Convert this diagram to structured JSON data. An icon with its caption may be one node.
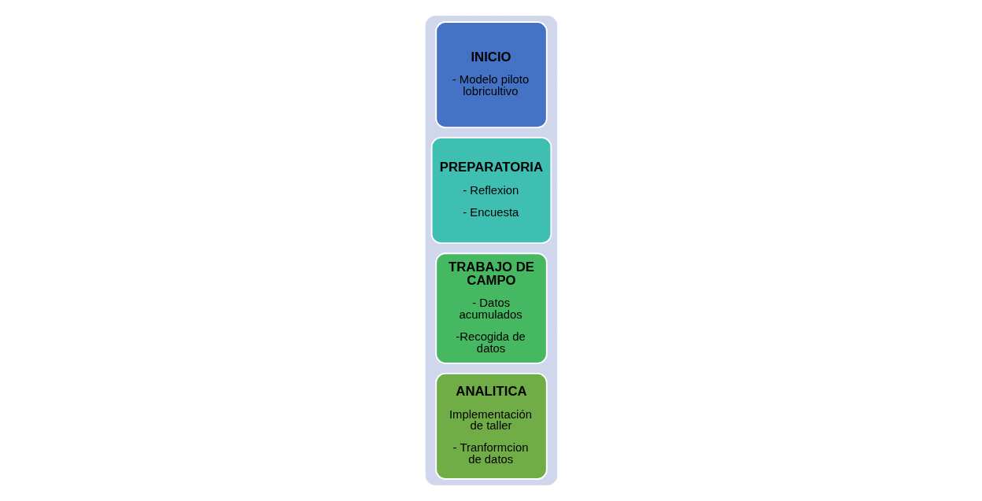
{
  "diagram": {
    "nodes": [
      {
        "text": [],
        "shape": "arrow"
      },
      {
        "text": [
          "INICIO",
          "- Modelo piloto lobricultivo"
        ],
        "in": 0
      },
      {
        "text": [
          "PREPARATORIA",
          "- Reflexion",
          "- Encuesta"
        ],
        "in": 0
      },
      {
        "text": [
          "TRABAJO DE CAMPO",
          "- Datos acumulados",
          "-Recogida de datos"
        ],
        "in": 0
      },
      {
        "text": [
          "ANALITICA",
          "Implementación de taller",
          "- Tranformcion de datos"
        ],
        "in": 0
      }
    ]
  }
}
